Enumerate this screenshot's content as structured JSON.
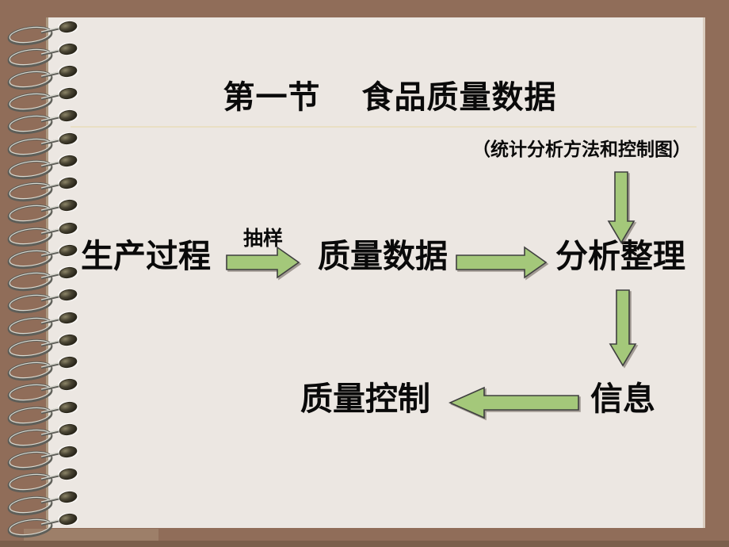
{
  "slide": {
    "title": "第一节　 食品质量数据",
    "subtitle": "（统计分析方法和控制图）",
    "flow": {
      "node_production": "生产过程",
      "arrow1_label": "抽样",
      "node_quality_data": "质量数据",
      "node_analysis": "分析整理",
      "node_info": "信息",
      "node_quality_control": "质量控制"
    }
  },
  "colors": {
    "arrow_green": "#a4c87a",
    "arrow_outline": "#3f3f3f",
    "background_brown": "#906d59",
    "background_shadow": "#7b5f4c",
    "background_patch": "#9d7f69",
    "paper": "#ece7e2",
    "divider": "#e9dfc4",
    "text_black": "#0a0a0a"
  }
}
